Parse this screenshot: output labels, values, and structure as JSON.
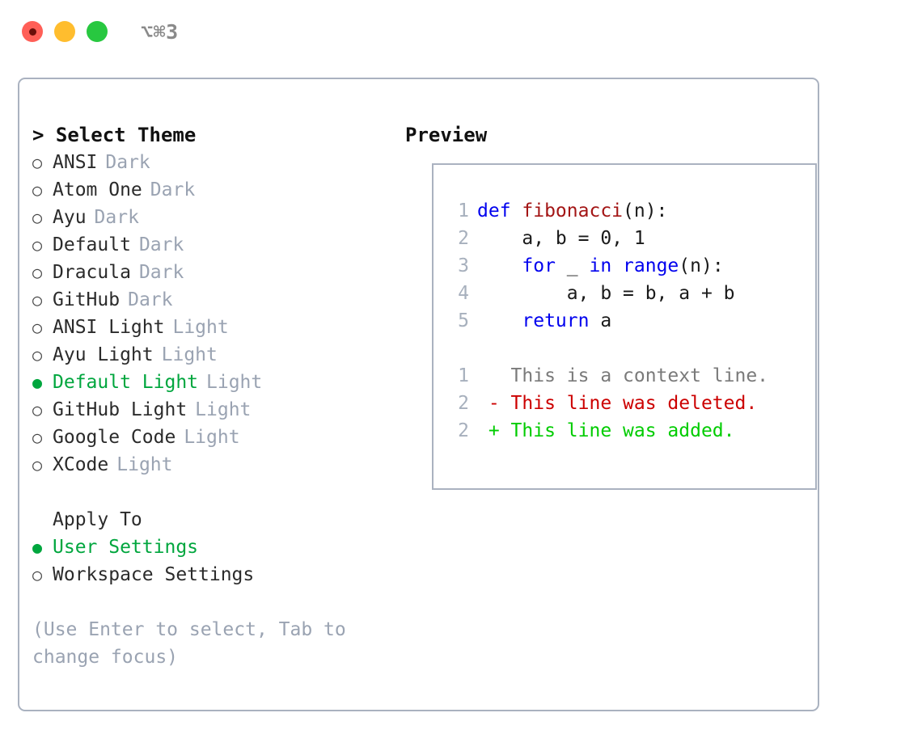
{
  "titlebar": {
    "shortcut": "⌥⌘3",
    "lights": [
      {
        "name": "close",
        "color": "#ff5f57"
      },
      {
        "name": "minimize",
        "color": "#ffbd2e"
      },
      {
        "name": "maximize",
        "color": "#28c840"
      }
    ]
  },
  "theme_panel": {
    "heading": "> Select Theme",
    "marker_selected": "●",
    "marker_unselected": "○",
    "items": [
      {
        "label": "ANSI",
        "suffix": "Dark",
        "selected": false
      },
      {
        "label": "Atom One",
        "suffix": "Dark",
        "selected": false
      },
      {
        "label": "Ayu",
        "suffix": "Dark",
        "selected": false
      },
      {
        "label": "Default",
        "suffix": "Dark",
        "selected": false
      },
      {
        "label": "Dracula",
        "suffix": "Dark",
        "selected": false
      },
      {
        "label": "GitHub",
        "suffix": "Dark",
        "selected": false
      },
      {
        "label": "ANSI Light",
        "suffix": "Light",
        "selected": false
      },
      {
        "label": "Ayu Light",
        "suffix": "Light",
        "selected": false
      },
      {
        "label": "Default Light",
        "suffix": "Light",
        "selected": true
      },
      {
        "label": "GitHub Light",
        "suffix": "Light",
        "selected": false
      },
      {
        "label": "Google Code",
        "suffix": "Light",
        "selected": false
      },
      {
        "label": "XCode",
        "suffix": "Light",
        "selected": false
      }
    ]
  },
  "apply_to": {
    "heading": "Apply To",
    "items": [
      {
        "label": "User Settings",
        "selected": true
      },
      {
        "label": "Workspace Settings",
        "selected": false
      }
    ]
  },
  "hint": "(Use Enter to select, Tab to change focus)",
  "preview": {
    "heading": "Preview",
    "code_lines": [
      {
        "num": "1",
        "tokens": [
          {
            "text": "def ",
            "kind": "kw"
          },
          {
            "text": "fibonacci",
            "kind": "fn"
          },
          {
            "text": "(n):",
            "kind": "pl"
          }
        ]
      },
      {
        "num": "2",
        "tokens": [
          {
            "text": "    a, b = 0, 1",
            "kind": "pl"
          }
        ]
      },
      {
        "num": "3",
        "tokens": [
          {
            "text": "    ",
            "kind": "pl"
          },
          {
            "text": "for",
            "kind": "kw"
          },
          {
            "text": " _ ",
            "kind": "pl"
          },
          {
            "text": "in",
            "kind": "kw"
          },
          {
            "text": " ",
            "kind": "pl"
          },
          {
            "text": "range",
            "kind": "kw"
          },
          {
            "text": "(n):",
            "kind": "pl"
          }
        ]
      },
      {
        "num": "4",
        "tokens": [
          {
            "text": "        a, b = b, a + b",
            "kind": "pl"
          }
        ]
      },
      {
        "num": "5",
        "tokens": [
          {
            "text": "    ",
            "kind": "pl"
          },
          {
            "text": "return",
            "kind": "kw"
          },
          {
            "text": " a",
            "kind": "pl"
          }
        ]
      }
    ],
    "diff_lines": [
      {
        "num": "1",
        "sign": " ",
        "text": "This is a context line.",
        "kind": "ctx"
      },
      {
        "num": "2",
        "sign": "-",
        "text": "This line was deleted.",
        "kind": "del"
      },
      {
        "num": "2",
        "sign": "+",
        "text": "This line was added.",
        "kind": "add"
      }
    ]
  },
  "colors": {
    "accent_green": "#00a63e",
    "diff_add": "#00cc00",
    "diff_del": "#cc0000",
    "keyword": "#0000ee",
    "function": "#a31515",
    "muted": "#9aa3b2",
    "border": "#aab2c0"
  }
}
